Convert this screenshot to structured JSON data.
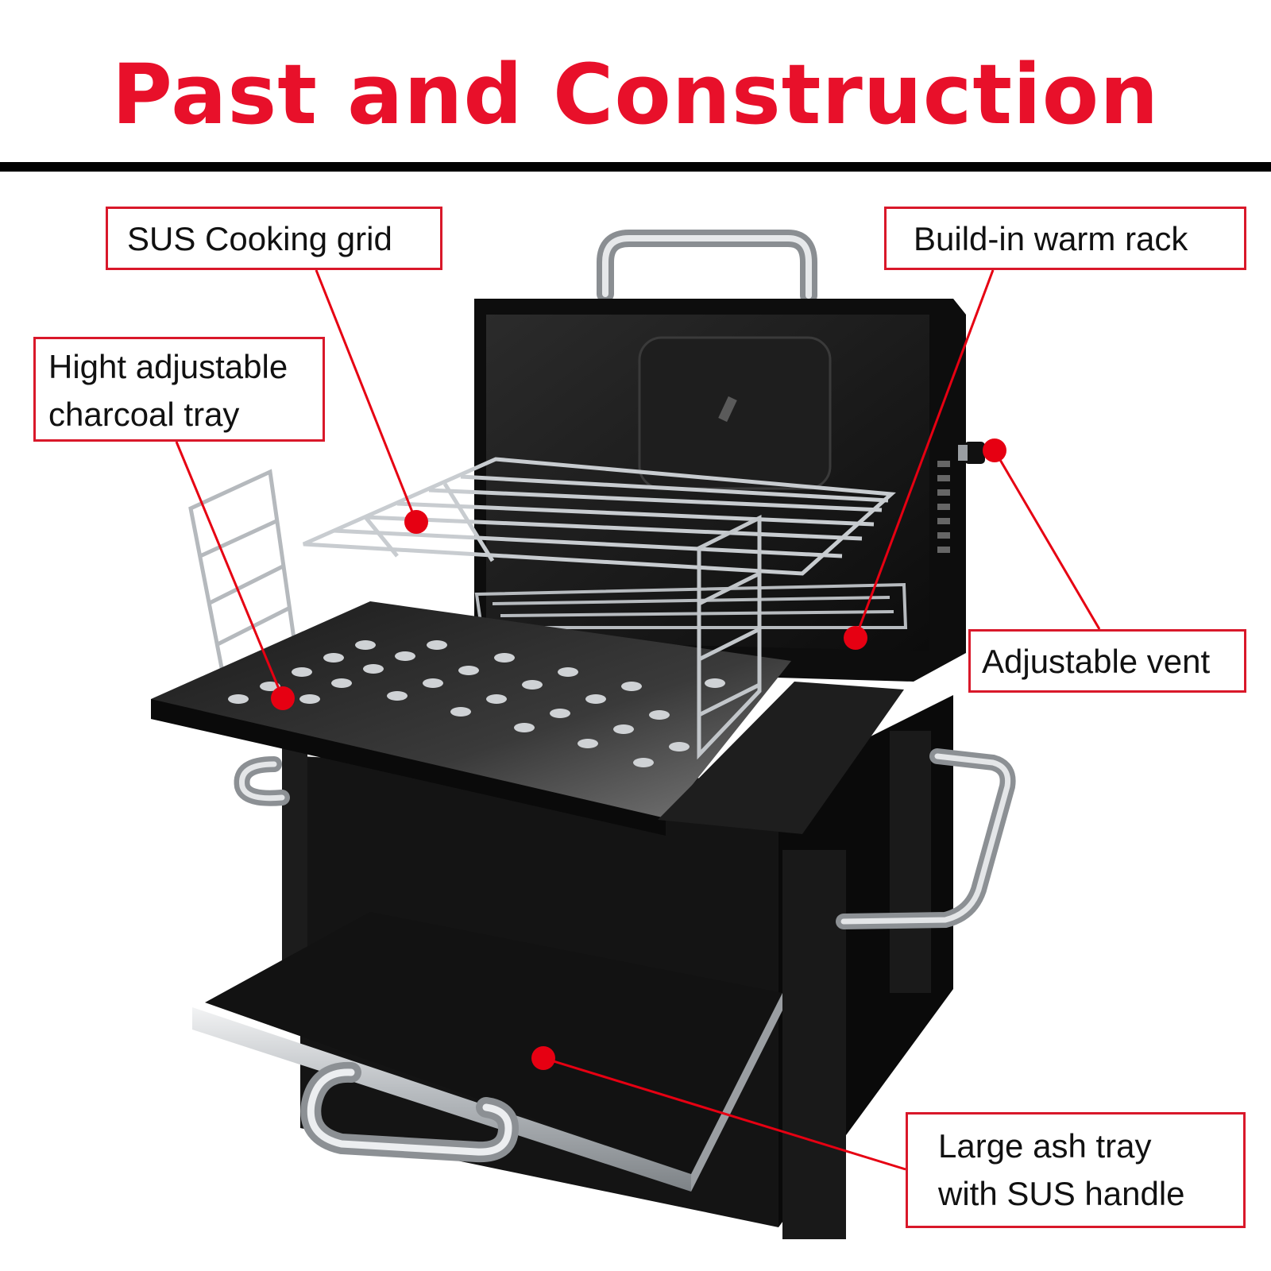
{
  "title": "Past and Construction",
  "callouts": [
    {
      "id": "grid",
      "lines": [
        "SUS Cooking grid"
      ]
    },
    {
      "id": "warm",
      "lines": [
        "Build-in warm rack"
      ]
    },
    {
      "id": "tray",
      "lines": [
        "Hight adjustable",
        "charcoal tray"
      ]
    },
    {
      "id": "vent",
      "lines": [
        "Adjustable vent"
      ]
    },
    {
      "id": "ash",
      "lines": [
        "Large ash tray",
        "with SUS handle"
      ]
    }
  ],
  "colors": {
    "title": "#e8102a",
    "callout_border": "#d9182a",
    "marker": "#e60012",
    "grill_body": "#151515",
    "steel": "#c6c9cc"
  }
}
